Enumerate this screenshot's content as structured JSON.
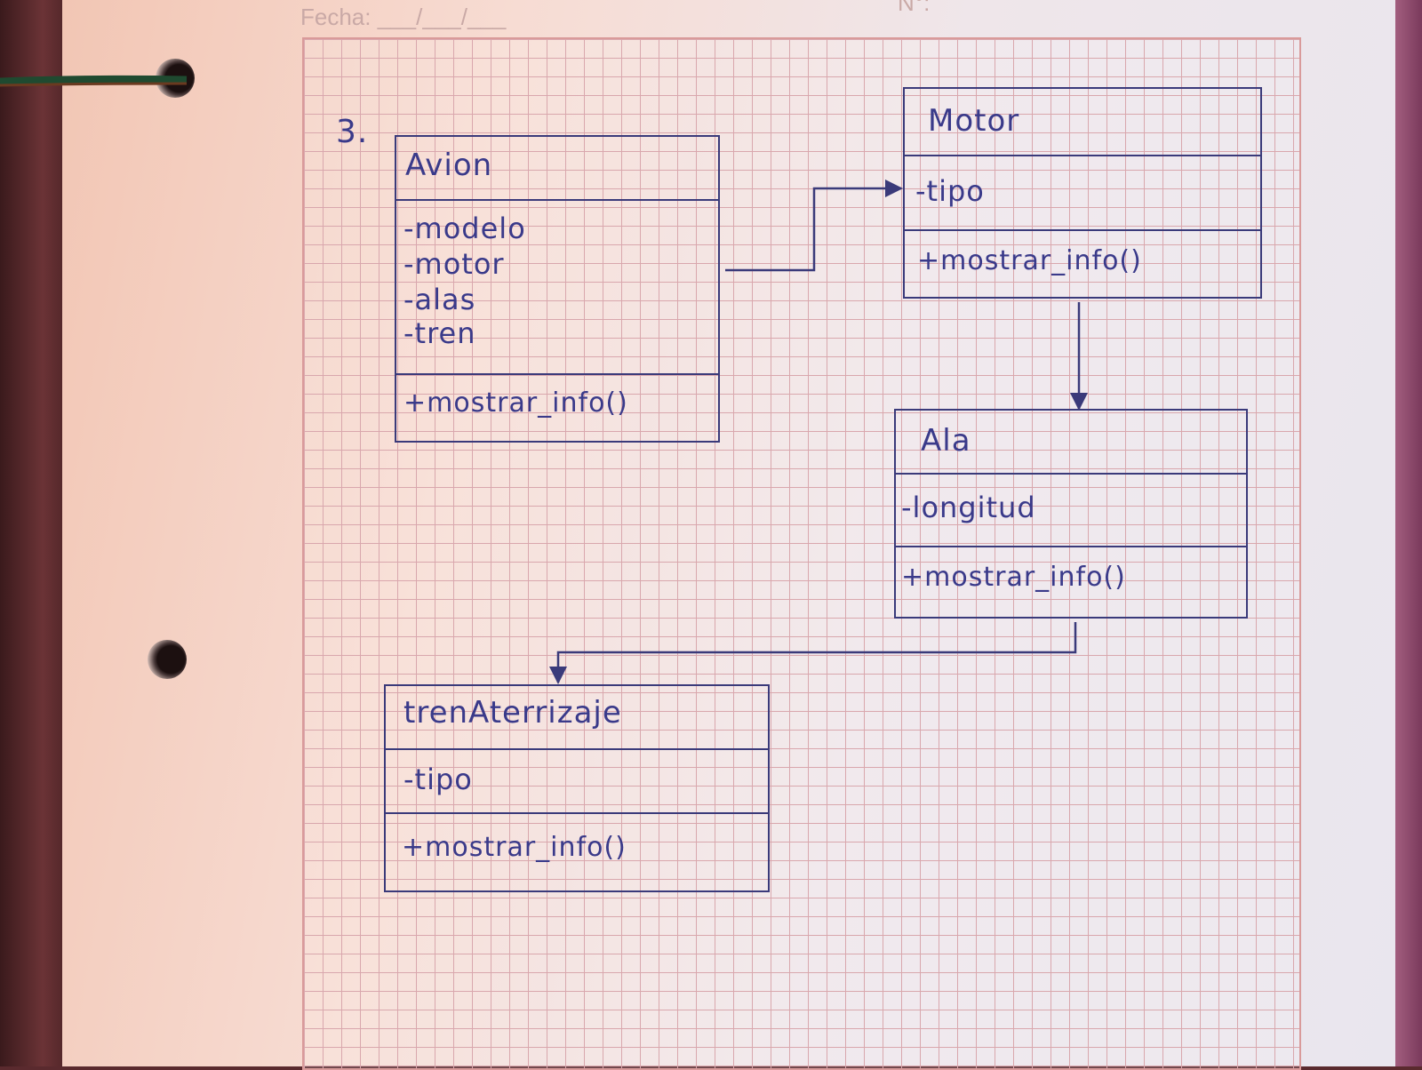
{
  "header": {
    "fecha_label": "Fecha:",
    "fecha_blank": "___/___/___",
    "number_label": "N°:"
  },
  "question_number": "3.",
  "classes": {
    "avion": {
      "name": "Avion",
      "attributes": [
        "-modelo",
        "-motor",
        "-alas",
        "-tren"
      ],
      "methods": [
        "+mostrar_info()"
      ]
    },
    "motor": {
      "name": "Motor",
      "attributes": [
        "-tipo"
      ],
      "methods": [
        "+mostrar_info()"
      ]
    },
    "ala": {
      "name": "Ala",
      "attributes": [
        "-longitud"
      ],
      "methods": [
        "+mostrar_info()"
      ]
    },
    "tren_aterrizaje": {
      "name": "trenAterrizaje",
      "attributes": [
        "-tipo"
      ],
      "methods": [
        "+mostrar_info()"
      ]
    }
  },
  "relations": [
    {
      "from": "Avion",
      "to": "Motor",
      "style": "arrow"
    },
    {
      "from": "Motor",
      "to": "Ala",
      "style": "arrow"
    },
    {
      "from": "Ala",
      "to": "trenAterrizaje",
      "style": "arrow"
    }
  ],
  "colors": {
    "ink": "#3a3a8a",
    "grid": "#d9a7ad",
    "paper": "#f3e2dc"
  }
}
